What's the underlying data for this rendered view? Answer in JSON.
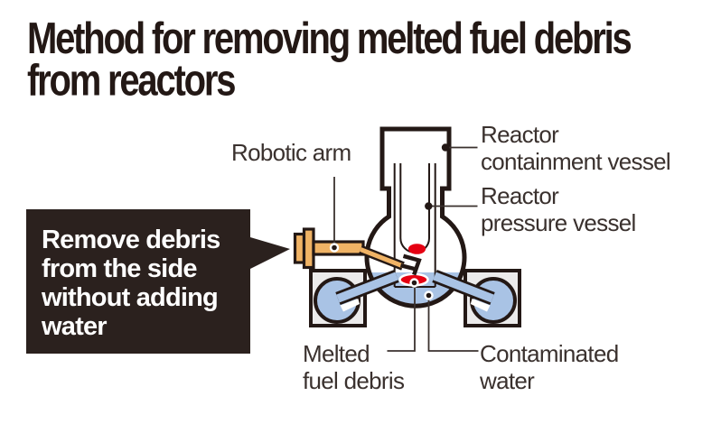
{
  "title": {
    "line1": "Method for removing melted fuel debris",
    "line2": "from reactors"
  },
  "callout": {
    "lines": [
      "Remove debris",
      "from the side",
      "without adding",
      "water"
    ]
  },
  "labels": {
    "robotic_arm": "Robotic arm",
    "containment_vessel": {
      "line1": "Reactor",
      "line2": "containment vessel"
    },
    "pressure_vessel": {
      "line1": "Reactor",
      "line2": "pressure vessel"
    },
    "melted_fuel_debris": {
      "line1": "Melted",
      "line2": "fuel debris"
    },
    "contaminated_water": {
      "line1": "Contaminated",
      "line2": "water"
    }
  },
  "colors": {
    "background": "#ffffff",
    "ink_outline": "#231815",
    "label_text": "#3a312e",
    "callout_bg": "#2b211e",
    "callout_text": "#ffffff",
    "water_blue": "#a9c3e5",
    "debris_red": "#e50012",
    "arm_tan": "#f0b365",
    "chamber_gray": "#ecebeb"
  }
}
